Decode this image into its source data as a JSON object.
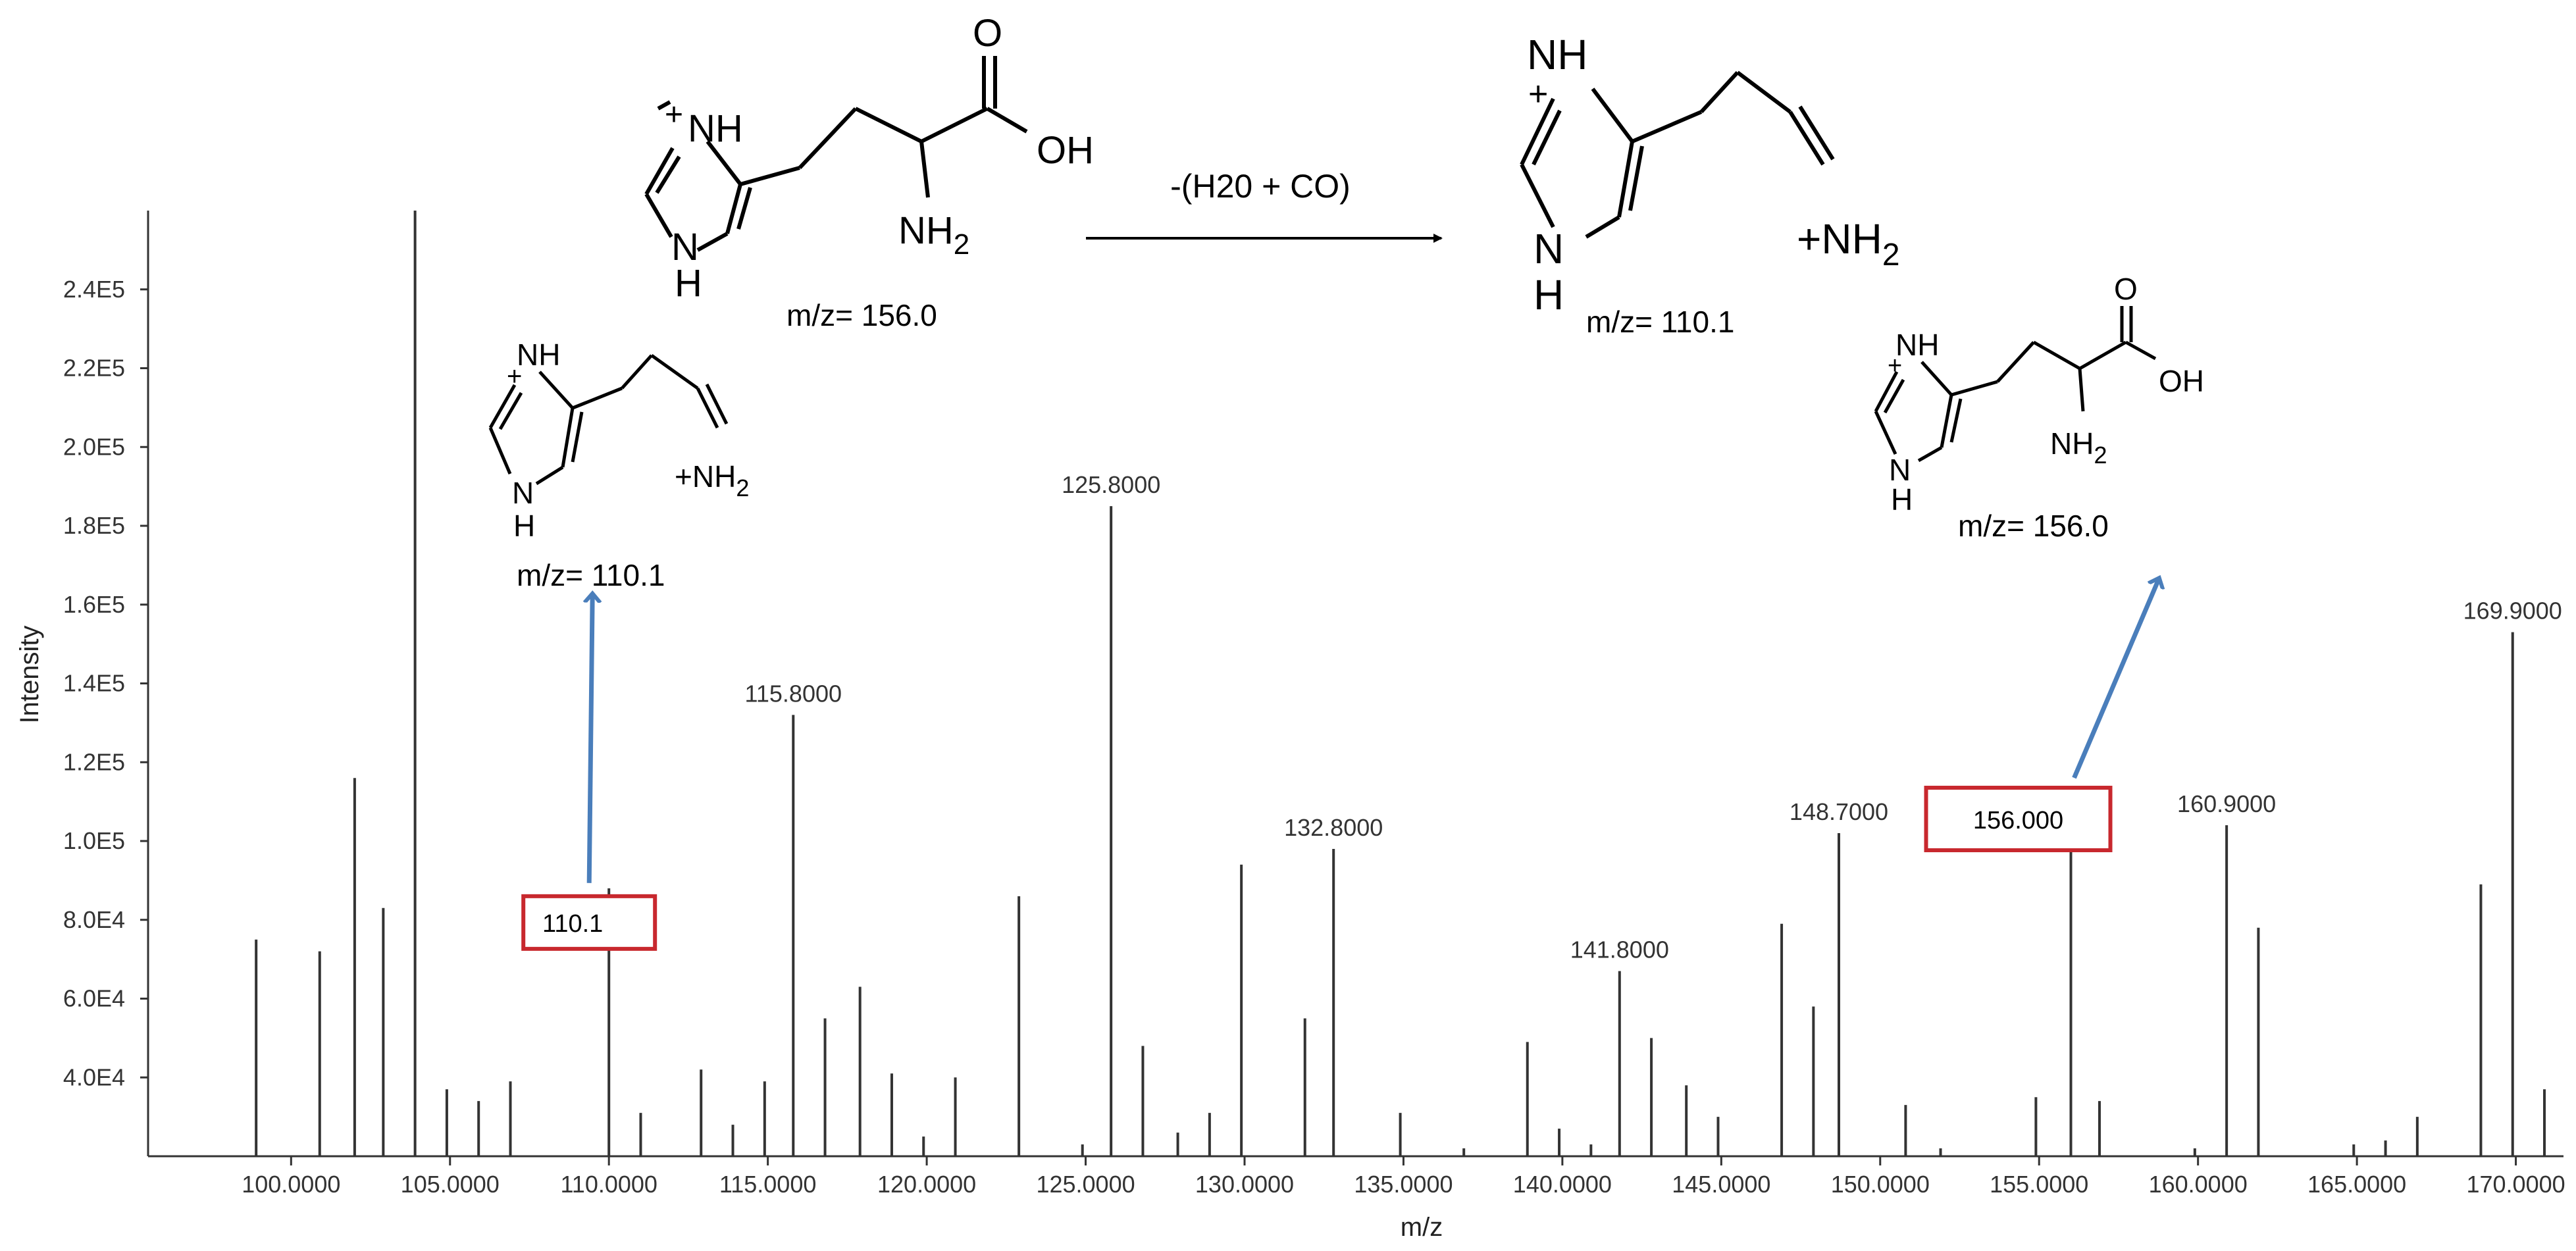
{
  "chart_data": {
    "type": "bar",
    "xlabel": "m/z",
    "ylabel": "Intensity",
    "xlim": [
      95.5,
      171.5
    ],
    "ylim": [
      20000,
      260000
    ],
    "x_ticks": [
      100,
      105,
      110,
      115,
      120,
      125,
      130,
      135,
      140,
      145,
      150,
      155,
      160,
      165,
      170
    ],
    "x_tick_labels": [
      "100.0000",
      "105.0000",
      "110.0000",
      "115.0000",
      "120.0000",
      "125.0000",
      "130.0000",
      "135.0000",
      "140.0000",
      "145.0000",
      "150.0000",
      "155.0000",
      "160.0000",
      "165.0000",
      "170.0000"
    ],
    "y_ticks": [
      40000,
      60000,
      80000,
      100000,
      120000,
      140000,
      160000,
      180000,
      200000,
      220000,
      240000
    ],
    "y_tick_labels": [
      "4.0E4",
      "6.0E4",
      "8.0E4",
      "1.0E5",
      "1.2E5",
      "1.4E5",
      "1.6E5",
      "1.8E5",
      "2.0E5",
      "2.2E5",
      "2.4E5"
    ],
    "peaks": [
      {
        "x": 98.9,
        "y": 75000
      },
      {
        "x": 100.9,
        "y": 72000
      },
      {
        "x": 102.0,
        "y": 116000
      },
      {
        "x": 102.9,
        "y": 83000
      },
      {
        "x": 103.9,
        "y": 260000
      },
      {
        "x": 104.9,
        "y": 37000
      },
      {
        "x": 105.9,
        "y": 34000
      },
      {
        "x": 106.9,
        "y": 39000
      },
      {
        "x": 110.0,
        "y": 88000
      },
      {
        "x": 111.0,
        "y": 31000
      },
      {
        "x": 112.9,
        "y": 42000
      },
      {
        "x": 113.9,
        "y": 28000
      },
      {
        "x": 114.9,
        "y": 39000
      },
      {
        "x": 115.8,
        "y": 132000,
        "label": "115.8000"
      },
      {
        "x": 116.8,
        "y": 55000
      },
      {
        "x": 117.9,
        "y": 63000
      },
      {
        "x": 118.9,
        "y": 41000
      },
      {
        "x": 119.9,
        "y": 25000
      },
      {
        "x": 120.9,
        "y": 40000
      },
      {
        "x": 122.9,
        "y": 86000
      },
      {
        "x": 124.9,
        "y": 23000
      },
      {
        "x": 125.8,
        "y": 185000,
        "label": "125.8000"
      },
      {
        "x": 126.8,
        "y": 48000
      },
      {
        "x": 127.9,
        "y": 26000
      },
      {
        "x": 128.9,
        "y": 31000
      },
      {
        "x": 129.9,
        "y": 94000
      },
      {
        "x": 131.9,
        "y": 55000
      },
      {
        "x": 132.8,
        "y": 98000,
        "label": "132.8000"
      },
      {
        "x": 134.9,
        "y": 31000
      },
      {
        "x": 136.9,
        "y": 22000
      },
      {
        "x": 138.9,
        "y": 49000
      },
      {
        "x": 139.9,
        "y": 27000
      },
      {
        "x": 140.9,
        "y": 23000
      },
      {
        "x": 141.8,
        "y": 67000,
        "label": "141.8000"
      },
      {
        "x": 142.8,
        "y": 50000
      },
      {
        "x": 143.9,
        "y": 38000
      },
      {
        "x": 144.9,
        "y": 30000
      },
      {
        "x": 146.9,
        "y": 79000
      },
      {
        "x": 147.9,
        "y": 58000
      },
      {
        "x": 148.7,
        "y": 102000,
        "label": "148.7000"
      },
      {
        "x": 150.8,
        "y": 33000
      },
      {
        "x": 151.9,
        "y": 22000
      },
      {
        "x": 154.9,
        "y": 35000
      },
      {
        "x": 156.0,
        "y": 101000
      },
      {
        "x": 156.9,
        "y": 34000
      },
      {
        "x": 159.9,
        "y": 22000
      },
      {
        "x": 160.9,
        "y": 104000,
        "label": "160.9000"
      },
      {
        "x": 161.9,
        "y": 78000
      },
      {
        "x": 164.9,
        "y": 23000
      },
      {
        "x": 165.9,
        "y": 24000
      },
      {
        "x": 166.9,
        "y": 30000
      },
      {
        "x": 168.9,
        "y": 89000
      },
      {
        "x": 169.9,
        "y": 153000,
        "label": "169.9000"
      },
      {
        "x": 170.9,
        "y": 37000
      }
    ],
    "annotations": [
      {
        "name": "box-110",
        "text": "110.1",
        "target_x": 110.0,
        "target_y": 88000
      },
      {
        "name": "box-156",
        "text": "156.000",
        "target_x": 156.0,
        "target_y": 101000
      }
    ]
  },
  "reaction": {
    "arrow_label": "-(H20 + CO)"
  },
  "molecules": {
    "histidine_top": {
      "nh_plus": "NH",
      "nh_plus_sign": "+",
      "nh_bottom": "N",
      "nh_bottom_h": "H",
      "oh": "OH",
      "carbonyl_o": "O",
      "nh2": "NH",
      "nh2_sub": "2",
      "mz": "m/z= 156.0"
    },
    "histamine_top": {
      "nh_plus": "NH",
      "nh_plus_sign": "+",
      "nh_bottom": "N",
      "nh_bottom_h": "H",
      "nh2": "+NH",
      "nh2_sub": "2",
      "mz": "m/z= 110.1"
    },
    "histamine_left": {
      "nh_plus": "NH",
      "nh_plus_sign": "+",
      "nh_bottom": "N",
      "nh_bottom_h": "H",
      "nh2": "+NH",
      "nh2_sub": "2",
      "mz": "m/z= 110.1"
    },
    "histidine_right": {
      "nh_plus": "NH",
      "nh_plus_sign": "+",
      "nh_bottom": "N",
      "nh_bottom_h": "H",
      "oh": "OH",
      "carbonyl_o": "O",
      "nh2": "NH",
      "nh2_sub": "2",
      "mz": "m/z= 156.0"
    }
  },
  "colors": {
    "peak": "#333333",
    "axis": "#333333",
    "box_border": "#c8282e",
    "arrow_blue": "#4a7ebb",
    "ink": "#000000"
  }
}
